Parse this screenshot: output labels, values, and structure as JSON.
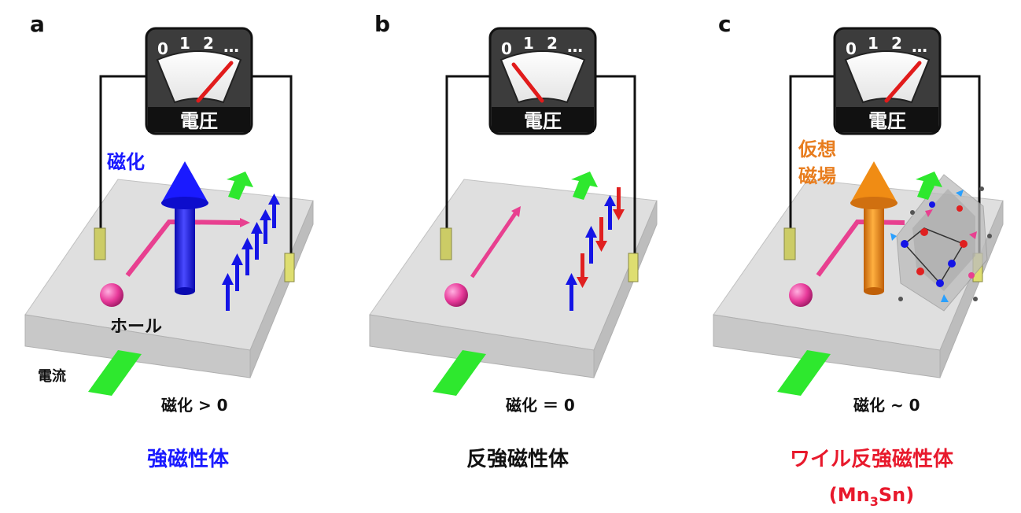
{
  "meter": {
    "scale": [
      "0",
      "1",
      "2",
      "…"
    ],
    "label": "電圧"
  },
  "panels": [
    {
      "letter": "a",
      "magnet_label": "磁化",
      "hole_label": "ホール",
      "current_label": "電流",
      "caption": "磁化 > 0",
      "title": "強磁性体",
      "title_color": "#1a1aff",
      "needle_value": 2
    },
    {
      "letter": "b",
      "caption": "磁化 ＝ 0",
      "title": "反強磁性体",
      "title_color": "#111111",
      "needle_value": 0
    },
    {
      "letter": "c",
      "field_label_1": "仮想",
      "field_label_2": "磁場",
      "caption": "磁化 ~ 0",
      "title": "ワイル反強磁性体",
      "formula_prefix": "(Mn",
      "formula_sub": "3",
      "formula_suffix": "Sn)",
      "title_color": "#e8192c",
      "needle_value": 2
    }
  ],
  "colors": {
    "slab_top": "#d9d9d9",
    "slab_side": "#c4c4c4",
    "wire": "#111111",
    "meter_body": "#444444",
    "needle": "#e11b1b",
    "hole": "#e83a9a",
    "current_arrow": "#2ee82e",
    "magnet_blue": "#1414e6",
    "spin_red": "#e02020",
    "virtual_orange": "#f08c14",
    "field_label": "#e87d1e",
    "electrode": "#cccc66"
  }
}
